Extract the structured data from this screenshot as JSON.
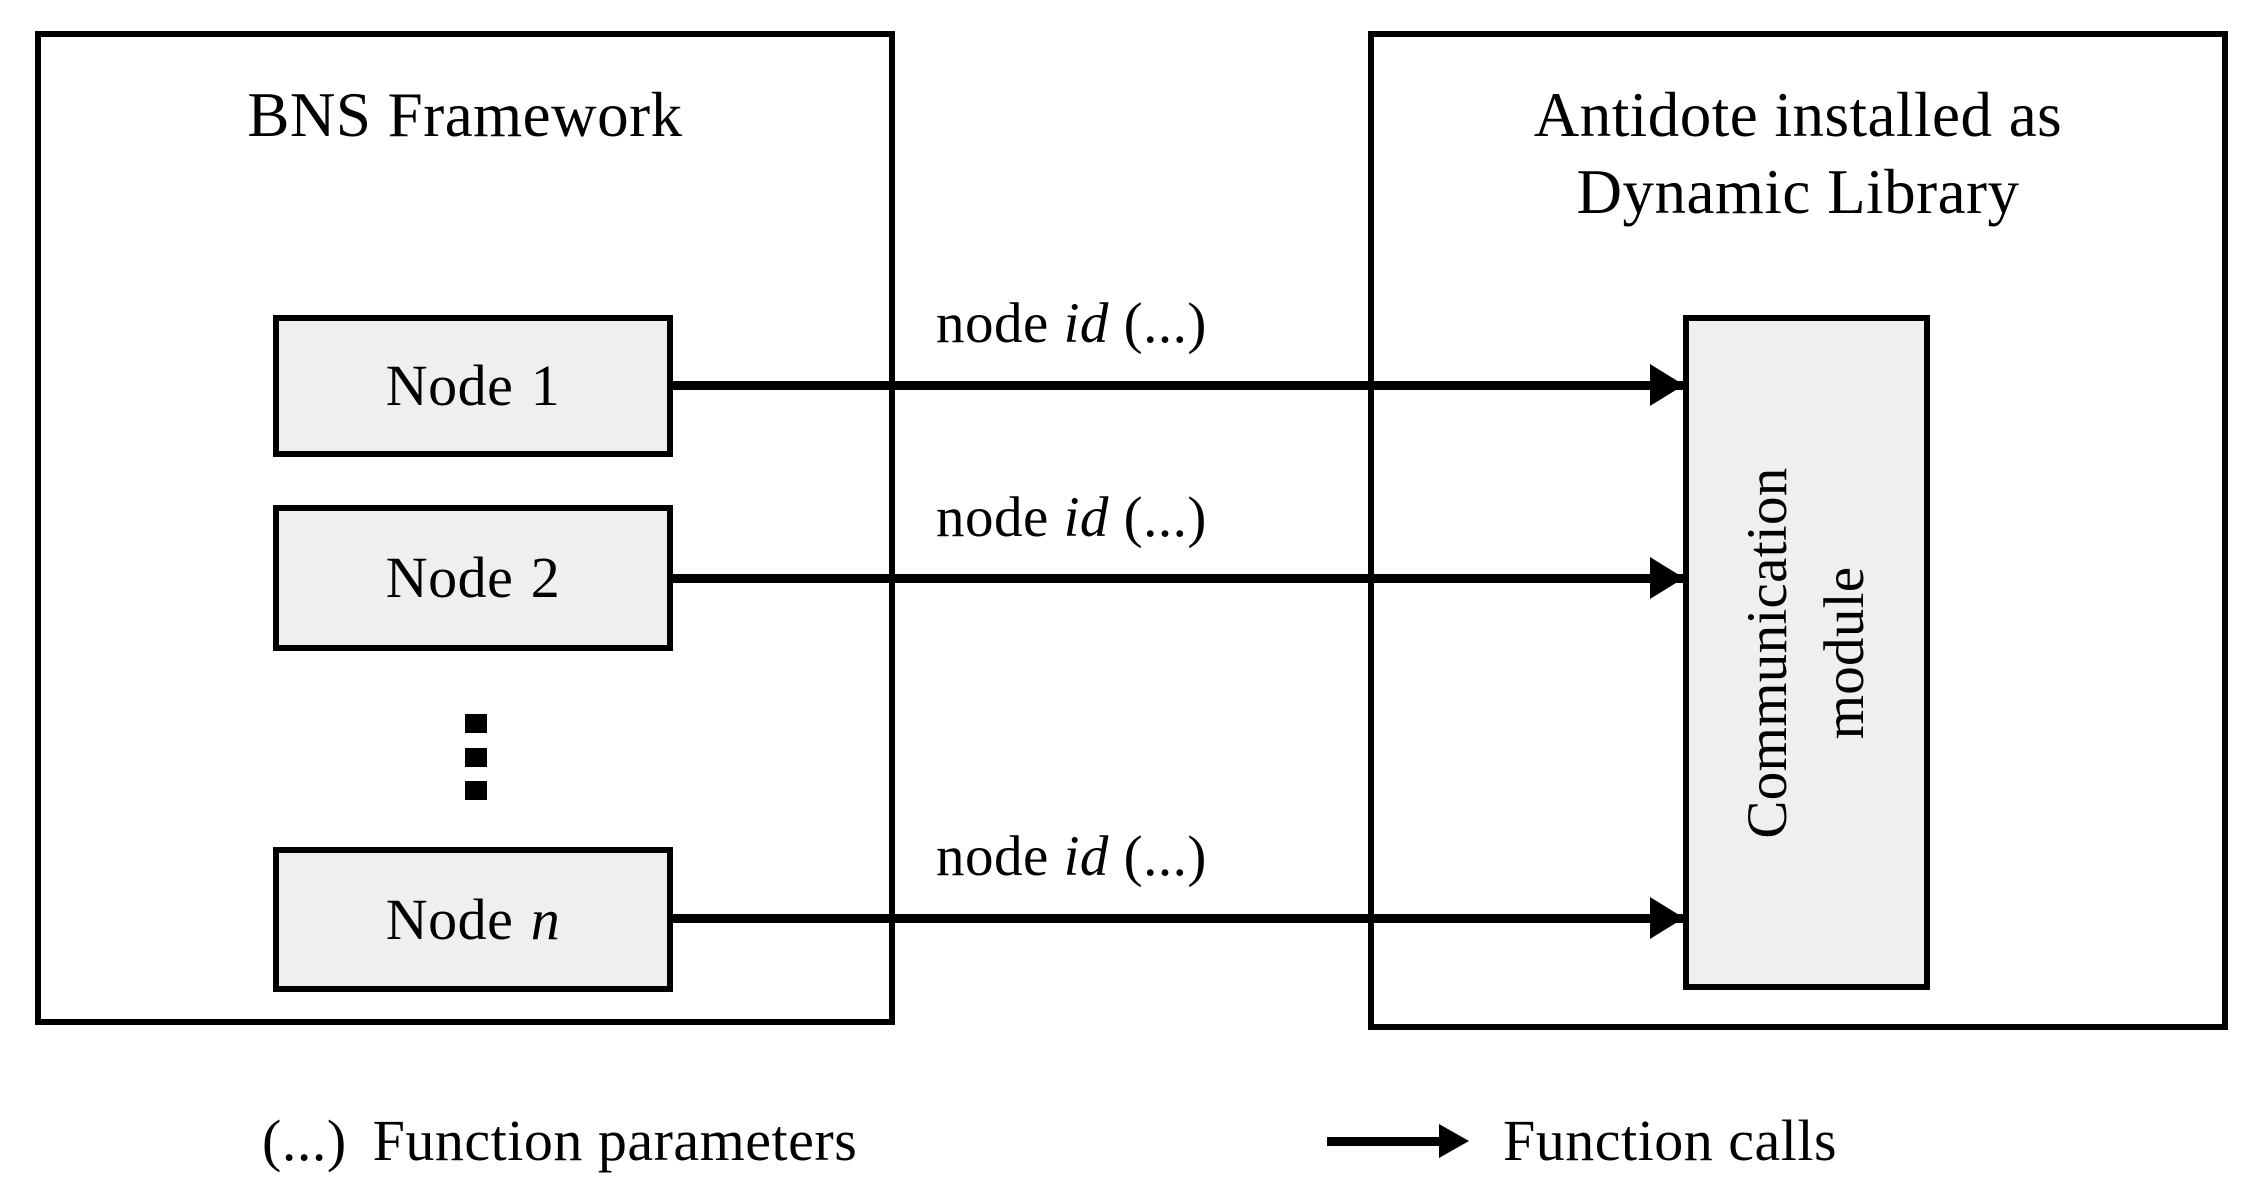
{
  "diagram": {
    "left_panel": {
      "title": "BNS Framework",
      "nodes": [
        {
          "label": "Node",
          "index": "1",
          "index_italic": false
        },
        {
          "label": "Node",
          "index": "2",
          "index_italic": false
        },
        {
          "label": "Node",
          "index": "n",
          "index_italic": true
        }
      ],
      "ellipsis": "⋮"
    },
    "right_panel": {
      "title": "Antidote installed as\nDynamic Library",
      "module": {
        "label": "Communication\nmodule",
        "orientation": "vertical-bottom-to-top",
        "fill_color": "#efefef"
      }
    },
    "connections": [
      {
        "label_prefix": "node",
        "label_italic": "id",
        "label_suffix": "(...)",
        "from": "Node 1",
        "to": "Communication module"
      },
      {
        "label_prefix": "node",
        "label_italic": "id",
        "label_suffix": "(...)",
        "from": "Node 2",
        "to": "Communication module"
      },
      {
        "label_prefix": "node",
        "label_italic": "id",
        "label_suffix": "(...)",
        "from": "Node n",
        "to": "Communication module"
      }
    ],
    "legend": {
      "items": [
        {
          "key": "(...)",
          "text": "Function parameters",
          "key_type": "text"
        },
        {
          "key": "arrow-right-icon",
          "text": "Function calls",
          "key_type": "icon"
        }
      ]
    },
    "colors": {
      "stroke": "#000000",
      "box_fill": "#efefef",
      "background": "#ffffff"
    }
  }
}
